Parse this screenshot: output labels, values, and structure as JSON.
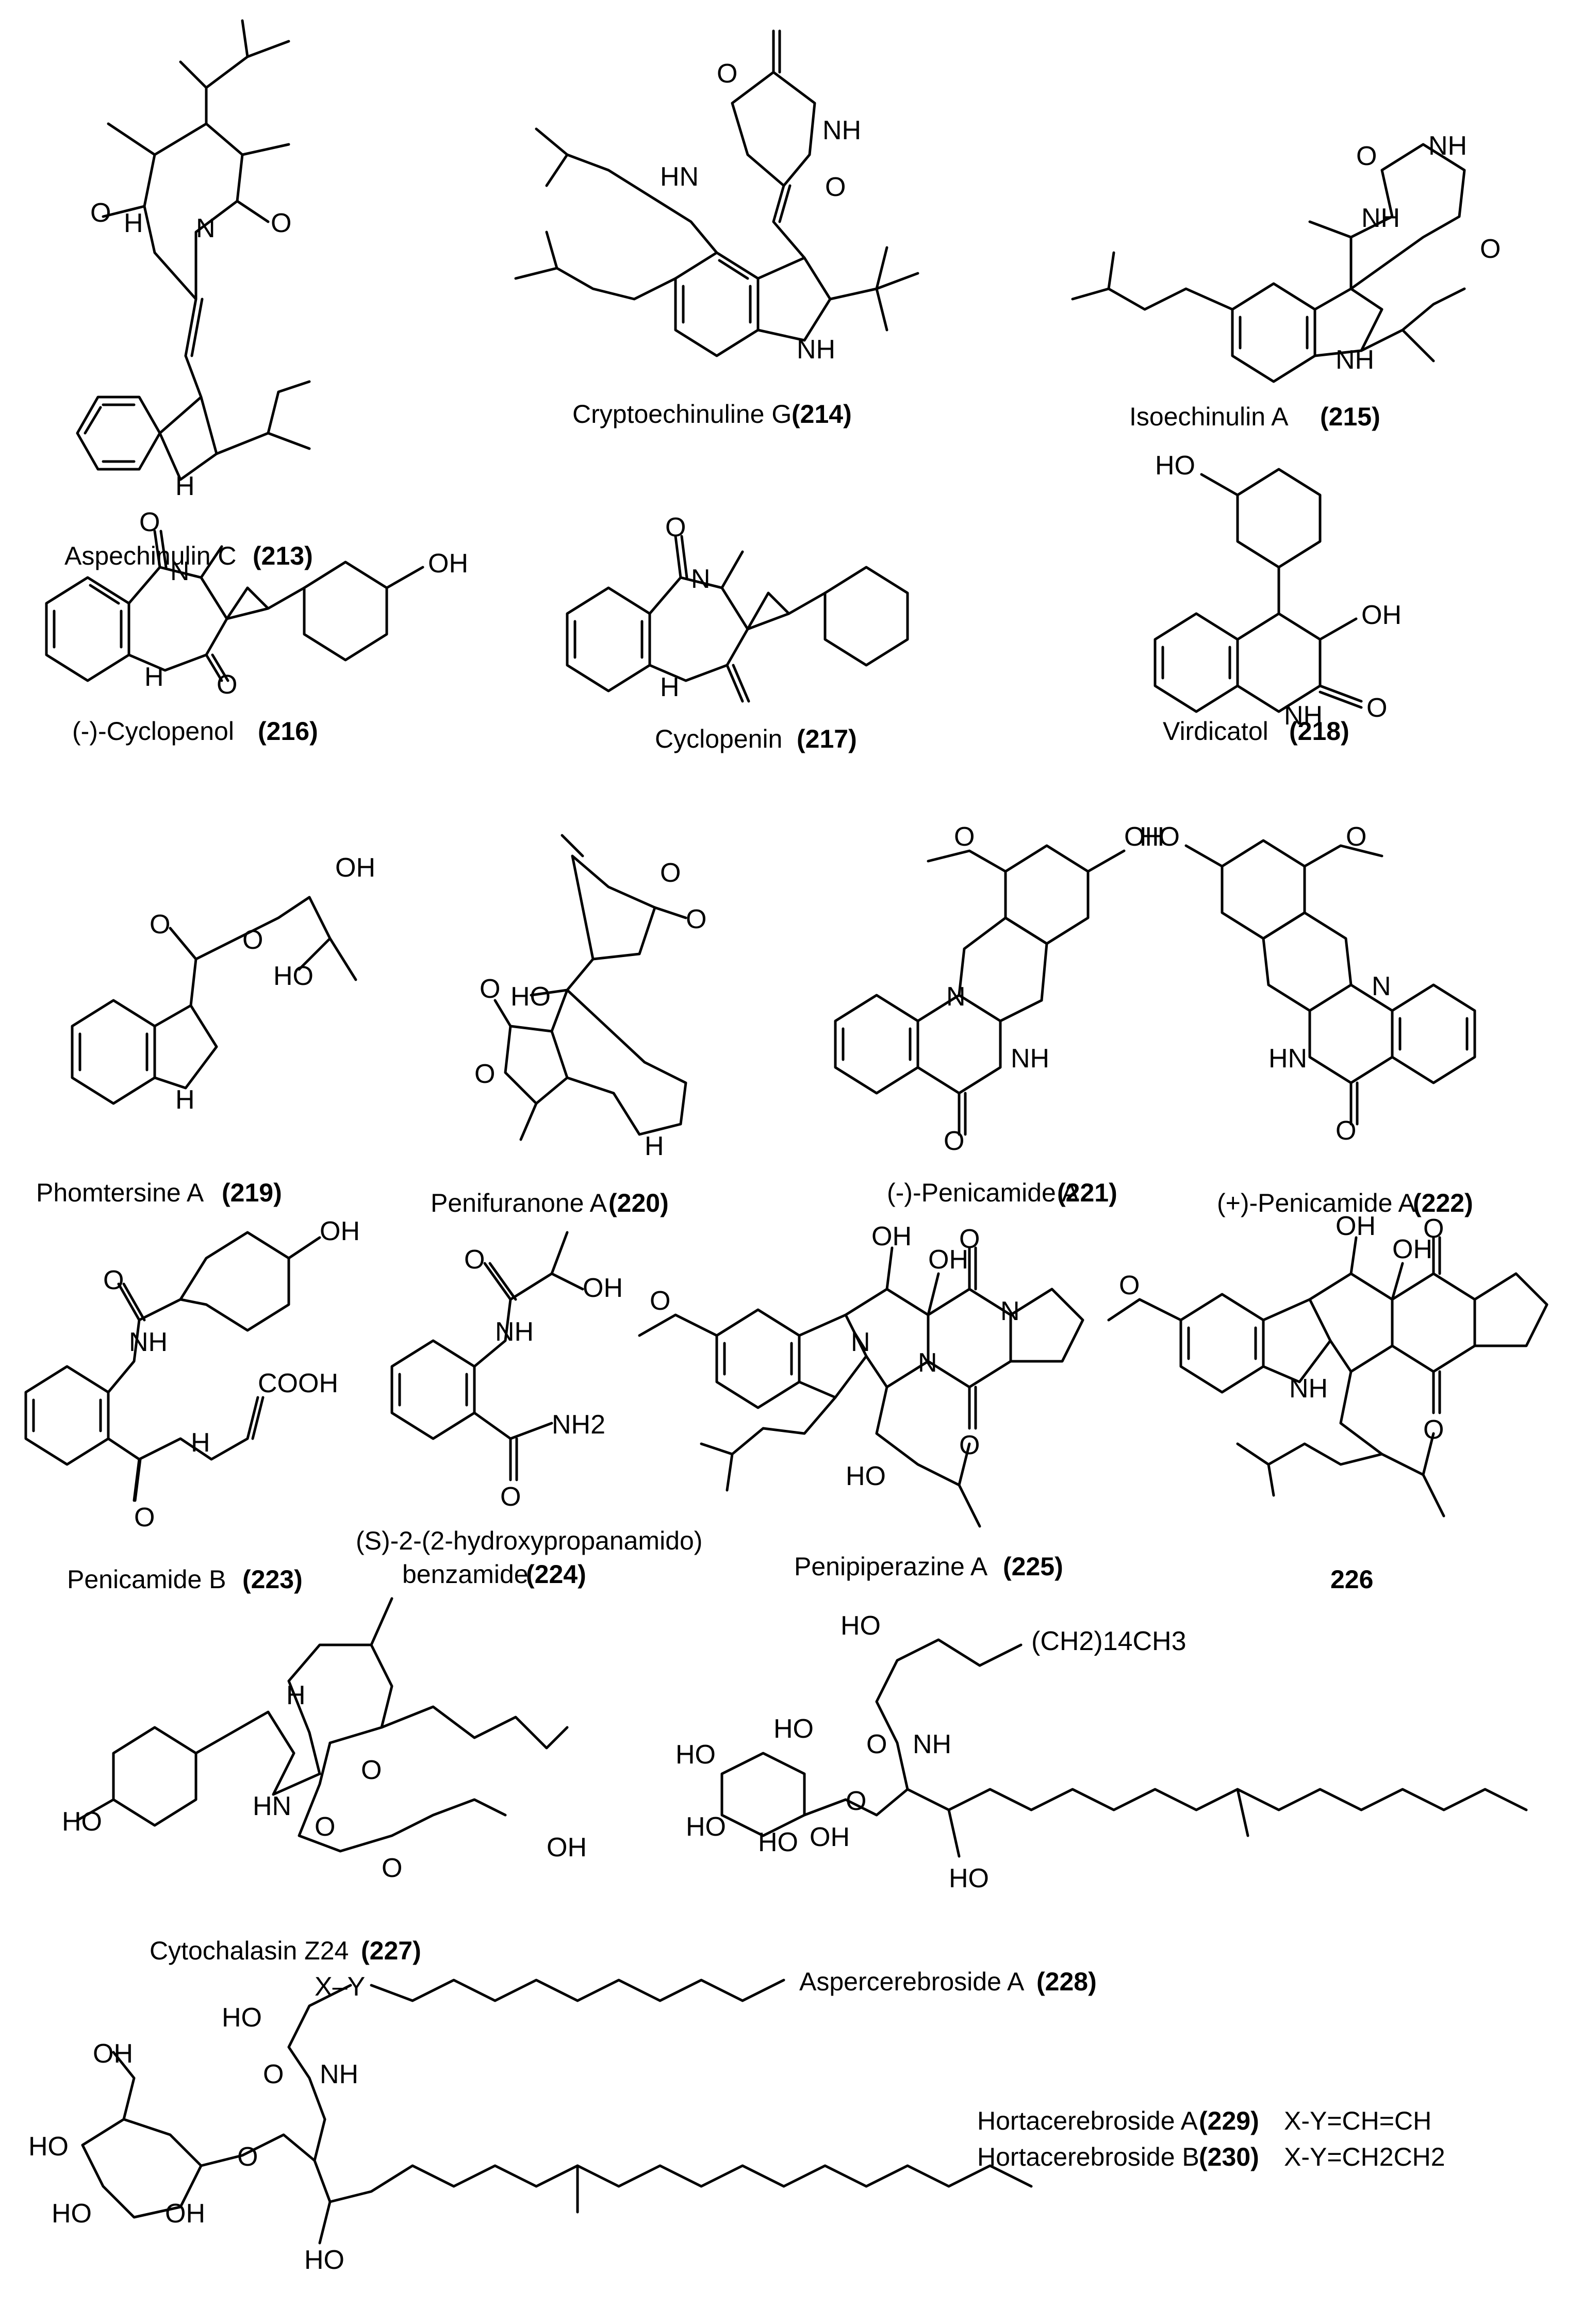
{
  "compounds": [
    {
      "id": "213",
      "name": "Aspechinulin C",
      "number": "(213)"
    },
    {
      "id": "214",
      "name": "Cryptoechinuline G",
      "number": "(214)"
    },
    {
      "id": "215",
      "name": "Isoechinulin A",
      "number": "(215)"
    },
    {
      "id": "216",
      "name": "(-)-Cyclopenol",
      "number": "(216)"
    },
    {
      "id": "217",
      "name": "Cyclopenin",
      "number": "(217)"
    },
    {
      "id": "218",
      "name": "Virdicatol",
      "number": "(218)"
    },
    {
      "id": "219",
      "name": "Phomtersine A",
      "number": "(219)"
    },
    {
      "id": "220",
      "name": "Penifuranone A",
      "number": "(220)"
    },
    {
      "id": "221",
      "name": "(-)-Penicamide A",
      "number": "(221)"
    },
    {
      "id": "222",
      "name": "(+)-Penicamide A",
      "number": "(222)"
    },
    {
      "id": "223",
      "name": "Penicamide B",
      "number": "(223)"
    },
    {
      "id": "224",
      "name": "(S)-2-(2-hydroxypropanamido)",
      "name2": "benzamide",
      "number": "(224)"
    },
    {
      "id": "225",
      "name": "Penipiperazine A",
      "number": "(225)"
    },
    {
      "id": "226",
      "name": "",
      "number": "226"
    },
    {
      "id": "227",
      "name": "Cytochalasin Z24",
      "number": "(227)"
    },
    {
      "id": "228",
      "name": "Aspercerebroside A",
      "number": "(228)"
    },
    {
      "id": "229",
      "name": "Hortacerebroside A",
      "number": "(229)",
      "note": "X-Y=CH=CH"
    },
    {
      "id": "230",
      "name": "Hortacerebroside B",
      "number": "(230)",
      "note": "X-Y=CH2CH2"
    }
  ],
  "atoms": {
    "O": "O",
    "N": "N",
    "H": "H",
    "NH": "NH",
    "HN": "HN",
    "OH": "OH",
    "HO": "HO",
    "NH2": "NH2",
    "COOH": "COOH",
    "CH2": "(CH2)14CH3",
    "X": "X",
    "Y": "Y",
    "XY": "X–Y"
  }
}
